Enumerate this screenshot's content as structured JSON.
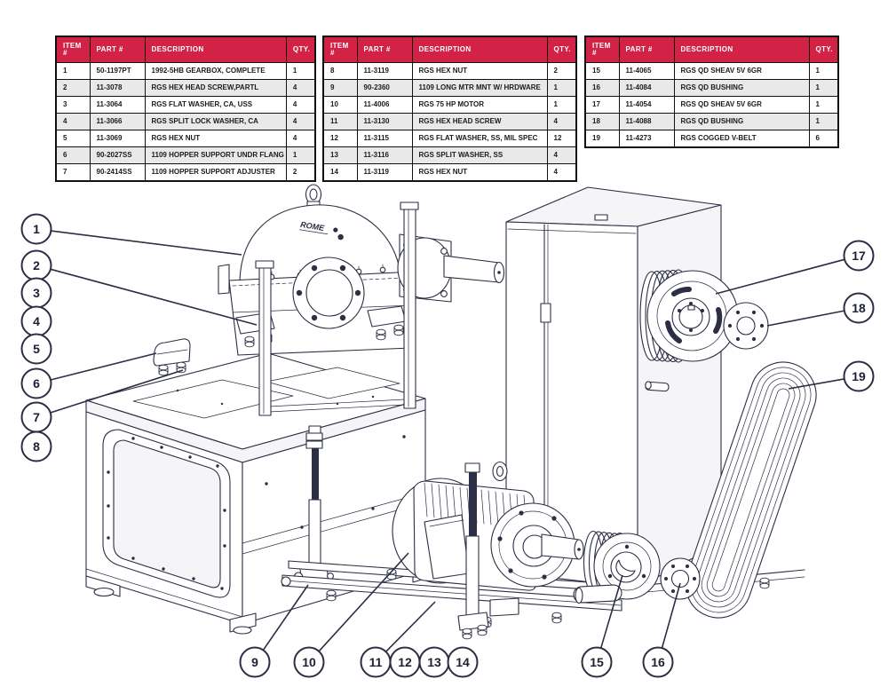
{
  "colors": {
    "table_header_bg": "#d22347",
    "table_header_text": "#ffffff",
    "line_art": "#2b2e44",
    "row_alt": "#e9e9e9"
  },
  "tables": [
    {
      "headers": [
        "ITEM #",
        "PART #",
        "DESCRIPTION",
        "QTY."
      ],
      "rows": [
        [
          "1",
          "50-1197PT",
          "1992-5HB GEARBOX, COMPLETE",
          "1"
        ],
        [
          "2",
          "11-3078",
          "RGS HEX HEAD SCREW,PARTL",
          "4"
        ],
        [
          "3",
          "11-3064",
          "RGS FLAT WASHER, CA, USS",
          "4"
        ],
        [
          "4",
          "11-3066",
          "RGS SPLIT LOCK WASHER, CA",
          "4"
        ],
        [
          "5",
          "11-3069",
          "RGS HEX NUT",
          "4"
        ],
        [
          "6",
          "90-2027SS",
          "1109 HOPPER SUPPORT UNDR FLANG",
          "1"
        ],
        [
          "7",
          "90-2414SS",
          "1109 HOPPER SUPPORT ADJUSTER",
          "2"
        ]
      ]
    },
    {
      "headers": [
        "ITEM #",
        "PART #",
        "DESCRIPTION",
        "QTY."
      ],
      "rows": [
        [
          "8",
          "11-3119",
          "RGS HEX NUT",
          "2"
        ],
        [
          "9",
          "90-2360",
          "1109 LONG MTR MNT W/ HRDWARE",
          "1"
        ],
        [
          "10",
          "11-4006",
          "RGS 75 HP MOTOR",
          "1"
        ],
        [
          "11",
          "11-3130",
          "RGS HEX HEAD SCREW",
          "4"
        ],
        [
          "12",
          "11-3115",
          "RGS FLAT WASHER, SS, MIL SPEC",
          "12"
        ],
        [
          "13",
          "11-3116",
          "RGS SPLIT WASHER, SS",
          "4"
        ],
        [
          "14",
          "11-3119",
          "RGS HEX NUT",
          "4"
        ]
      ]
    },
    {
      "headers": [
        "ITEM #",
        "PART #",
        "DESCRIPTION",
        "QTY."
      ],
      "rows": [
        [
          "15",
          "11-4065",
          "RGS QD SHEAV 5V 6GR",
          "1"
        ],
        [
          "16",
          "11-4084",
          "RGS QD BUSHING",
          "1"
        ],
        [
          "17",
          "11-4054",
          "RGS QD SHEAV 5V 6GR",
          "1"
        ],
        [
          "18",
          "11-4088",
          "RGS QD BUSHING",
          "1"
        ],
        [
          "19",
          "11-4273",
          "RGS COGGED V-BELT",
          "6"
        ]
      ]
    }
  ],
  "drawing": {
    "gearbox_logo": "ROME",
    "callouts": [
      "1",
      "2",
      "3",
      "4",
      "5",
      "6",
      "7",
      "8",
      "9",
      "10",
      "11",
      "12",
      "13",
      "14",
      "15",
      "16",
      "17",
      "18",
      "19"
    ]
  }
}
